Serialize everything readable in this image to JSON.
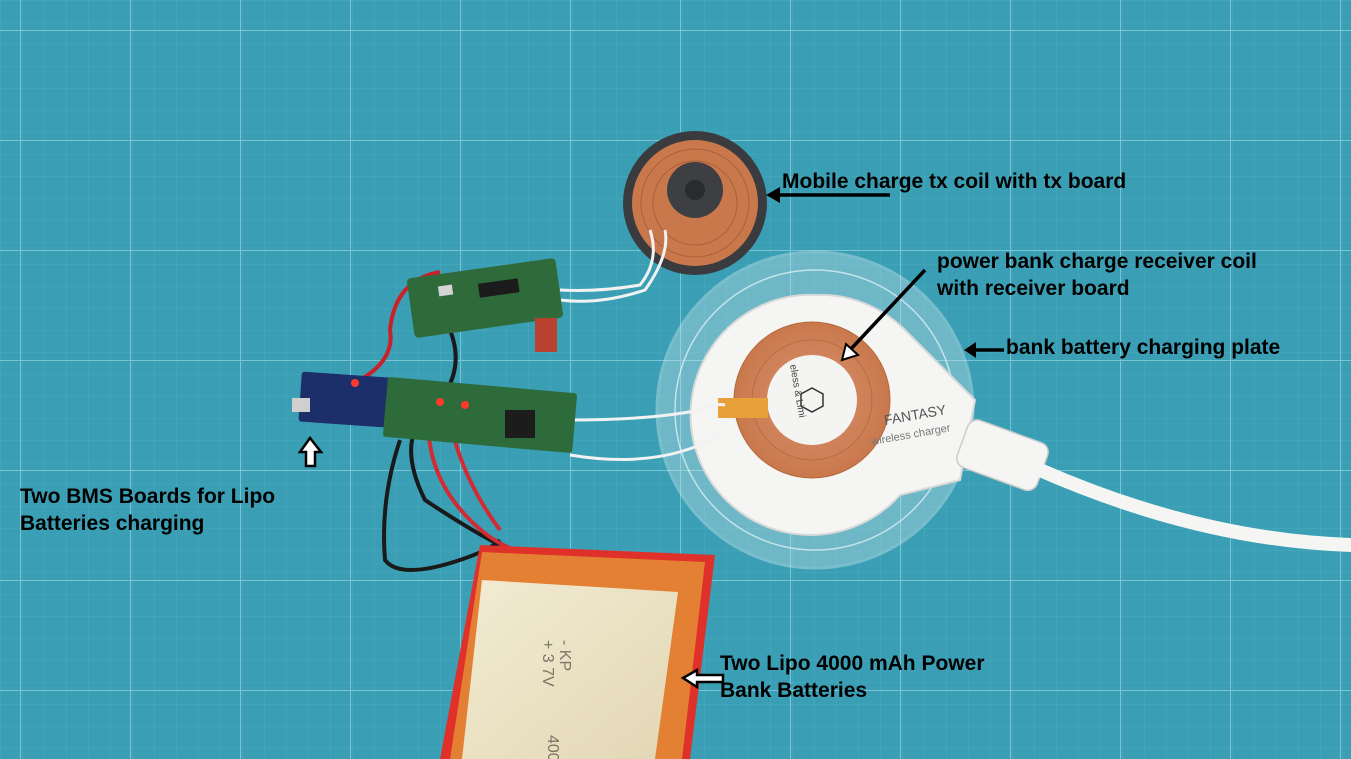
{
  "annotations": {
    "tx_coil": "Mobile charge tx coil with tx board",
    "rx_coil_line1": "power bank charge receiver coil",
    "rx_coil_line2": "with receiver board",
    "charging_plate": "bank battery charging plate",
    "bms_line1": "Two BMS Boards for Lipo",
    "bms_line2": "Batteries charging",
    "battery_line1": "Two Lipo 4000 mAh Power",
    "battery_line2": "Bank Batteries"
  },
  "printed_text": {
    "charger_brand": "FANTASY",
    "charger_subtitle": "wireless charger",
    "coil_text": "eless & Limi",
    "battery_text_1": "- KP",
    "battery_text_2": "+ 3 7V",
    "battery_text_3": "400"
  },
  "colors": {
    "mat": "#3a9fb5",
    "grid_line": "#8fd3df",
    "battery_wrap": "#e0302a",
    "battery_label": "#ece3c6",
    "pcb_green": "#2f6a3a",
    "copper": "#c9784c",
    "label_text": "#000000"
  }
}
